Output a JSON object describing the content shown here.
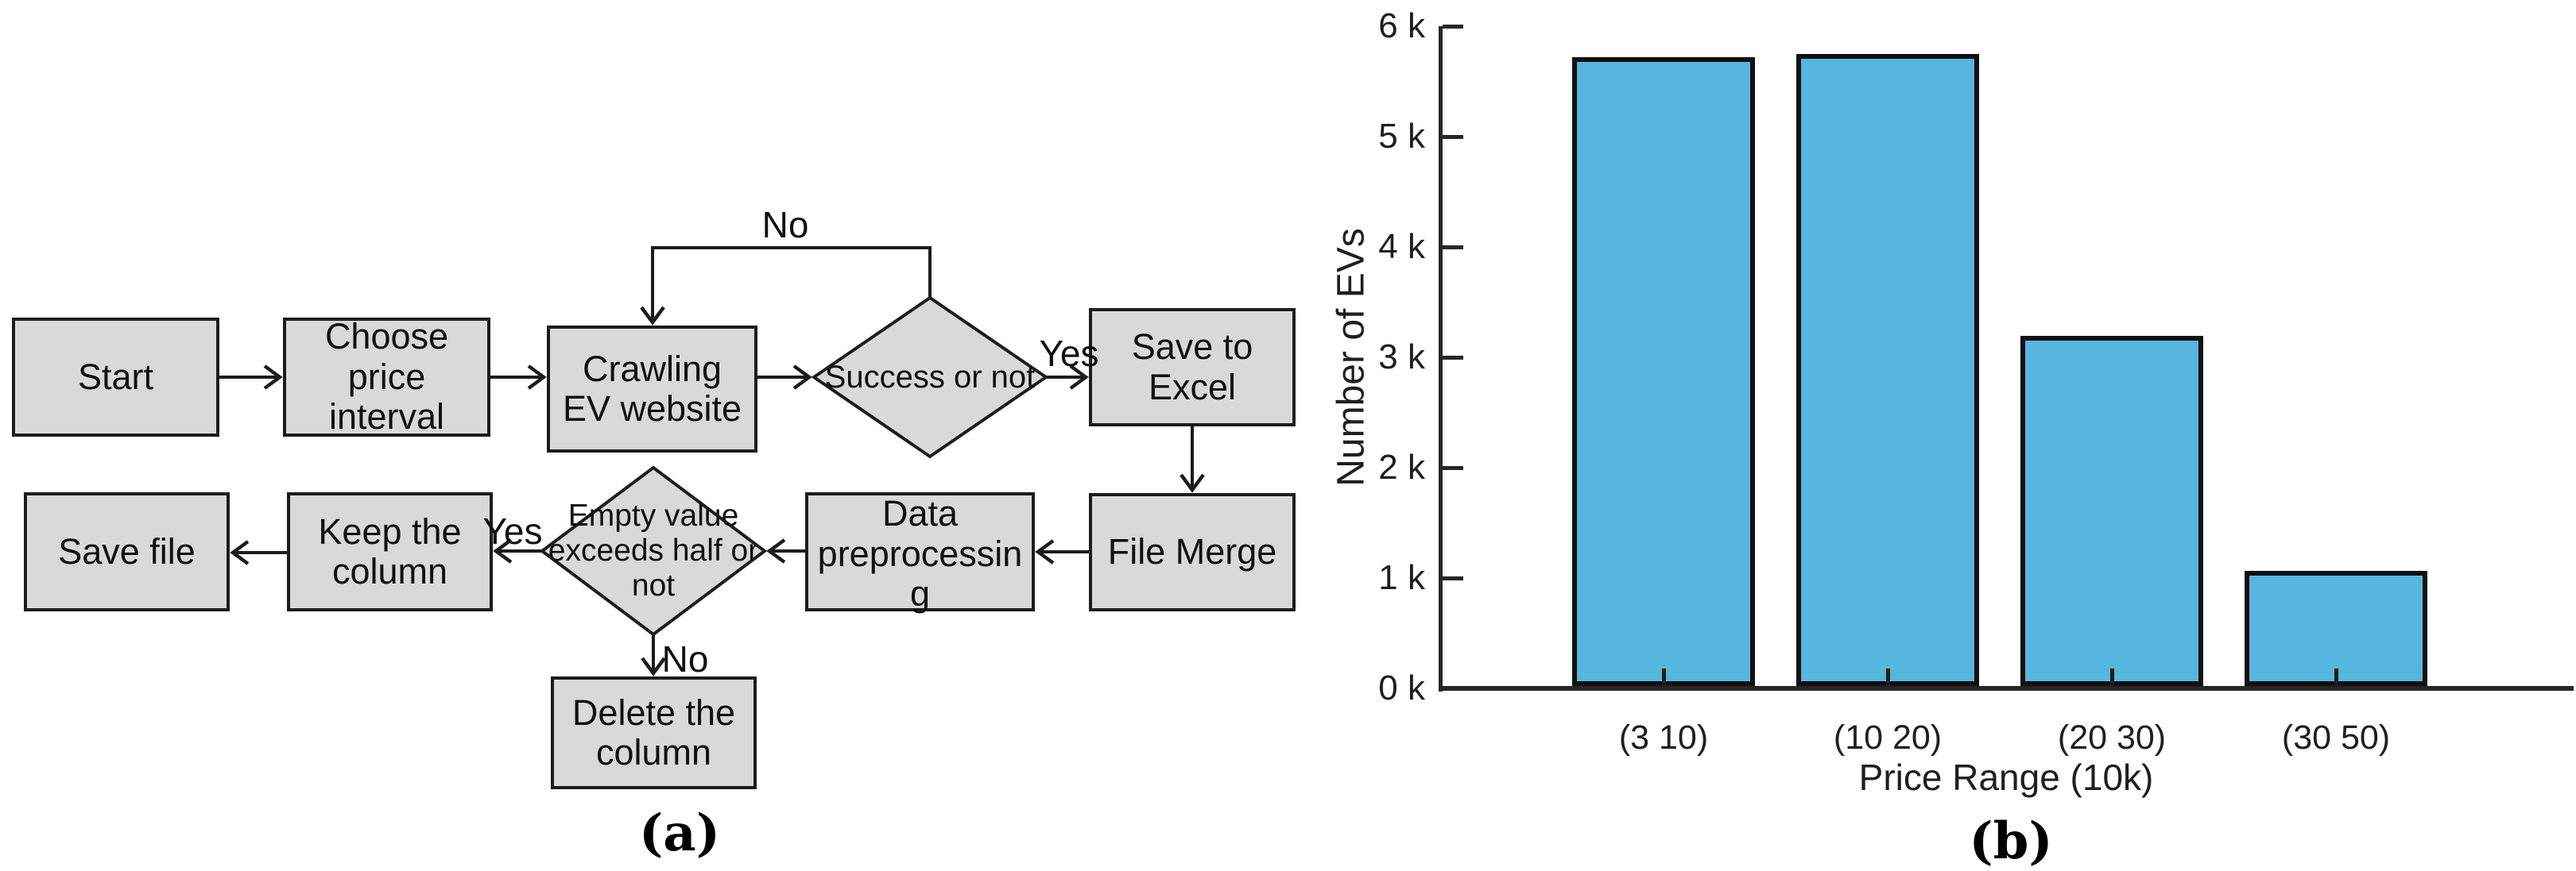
{
  "figure": {
    "panel_a_label": "(a)",
    "panel_b_label": "(b)"
  },
  "flowchart": {
    "nodes": {
      "start": "Start",
      "choose": "Choose\nprice\ninterval",
      "crawling": "Crawling\nEV website",
      "success": "Success or not",
      "save_excel": "Save to\nExcel",
      "file_merge": "File Merge",
      "preprocess": "Data\npreprocessin\ng",
      "empty_check": "Empty value\nexceeds half or\nnot",
      "keep": "Keep the\ncolumn",
      "save_file": "Save file",
      "delete": "Delete the\ncolumn"
    },
    "edge_labels": {
      "no_loop": "No",
      "yes_success": "Yes",
      "yes_empty": "Yes",
      "no_empty": "No"
    },
    "box_fill": "#d9d9d9",
    "box_stroke": "#1c1c1c"
  },
  "chart_data": {
    "type": "bar",
    "title": "",
    "categories": [
      "(3 10)",
      "(10 20)",
      "(20 30)",
      "(30 50)"
    ],
    "values": [
      5700,
      5730,
      3170,
      1040
    ],
    "xlabel": "Price Range (10k)",
    "ylabel": "Number of EVs",
    "ylim": [
      0,
      6000
    ],
    "ytick_step": 1000,
    "ytick_labels": [
      "0 k",
      "1 k",
      "2 k",
      "3 k",
      "4 k",
      "5 k",
      "6 k"
    ],
    "grid": false,
    "legend": null,
    "bar_color": "#56b6de",
    "bar_edge_color": "#111111",
    "axis_color": "#262626"
  }
}
